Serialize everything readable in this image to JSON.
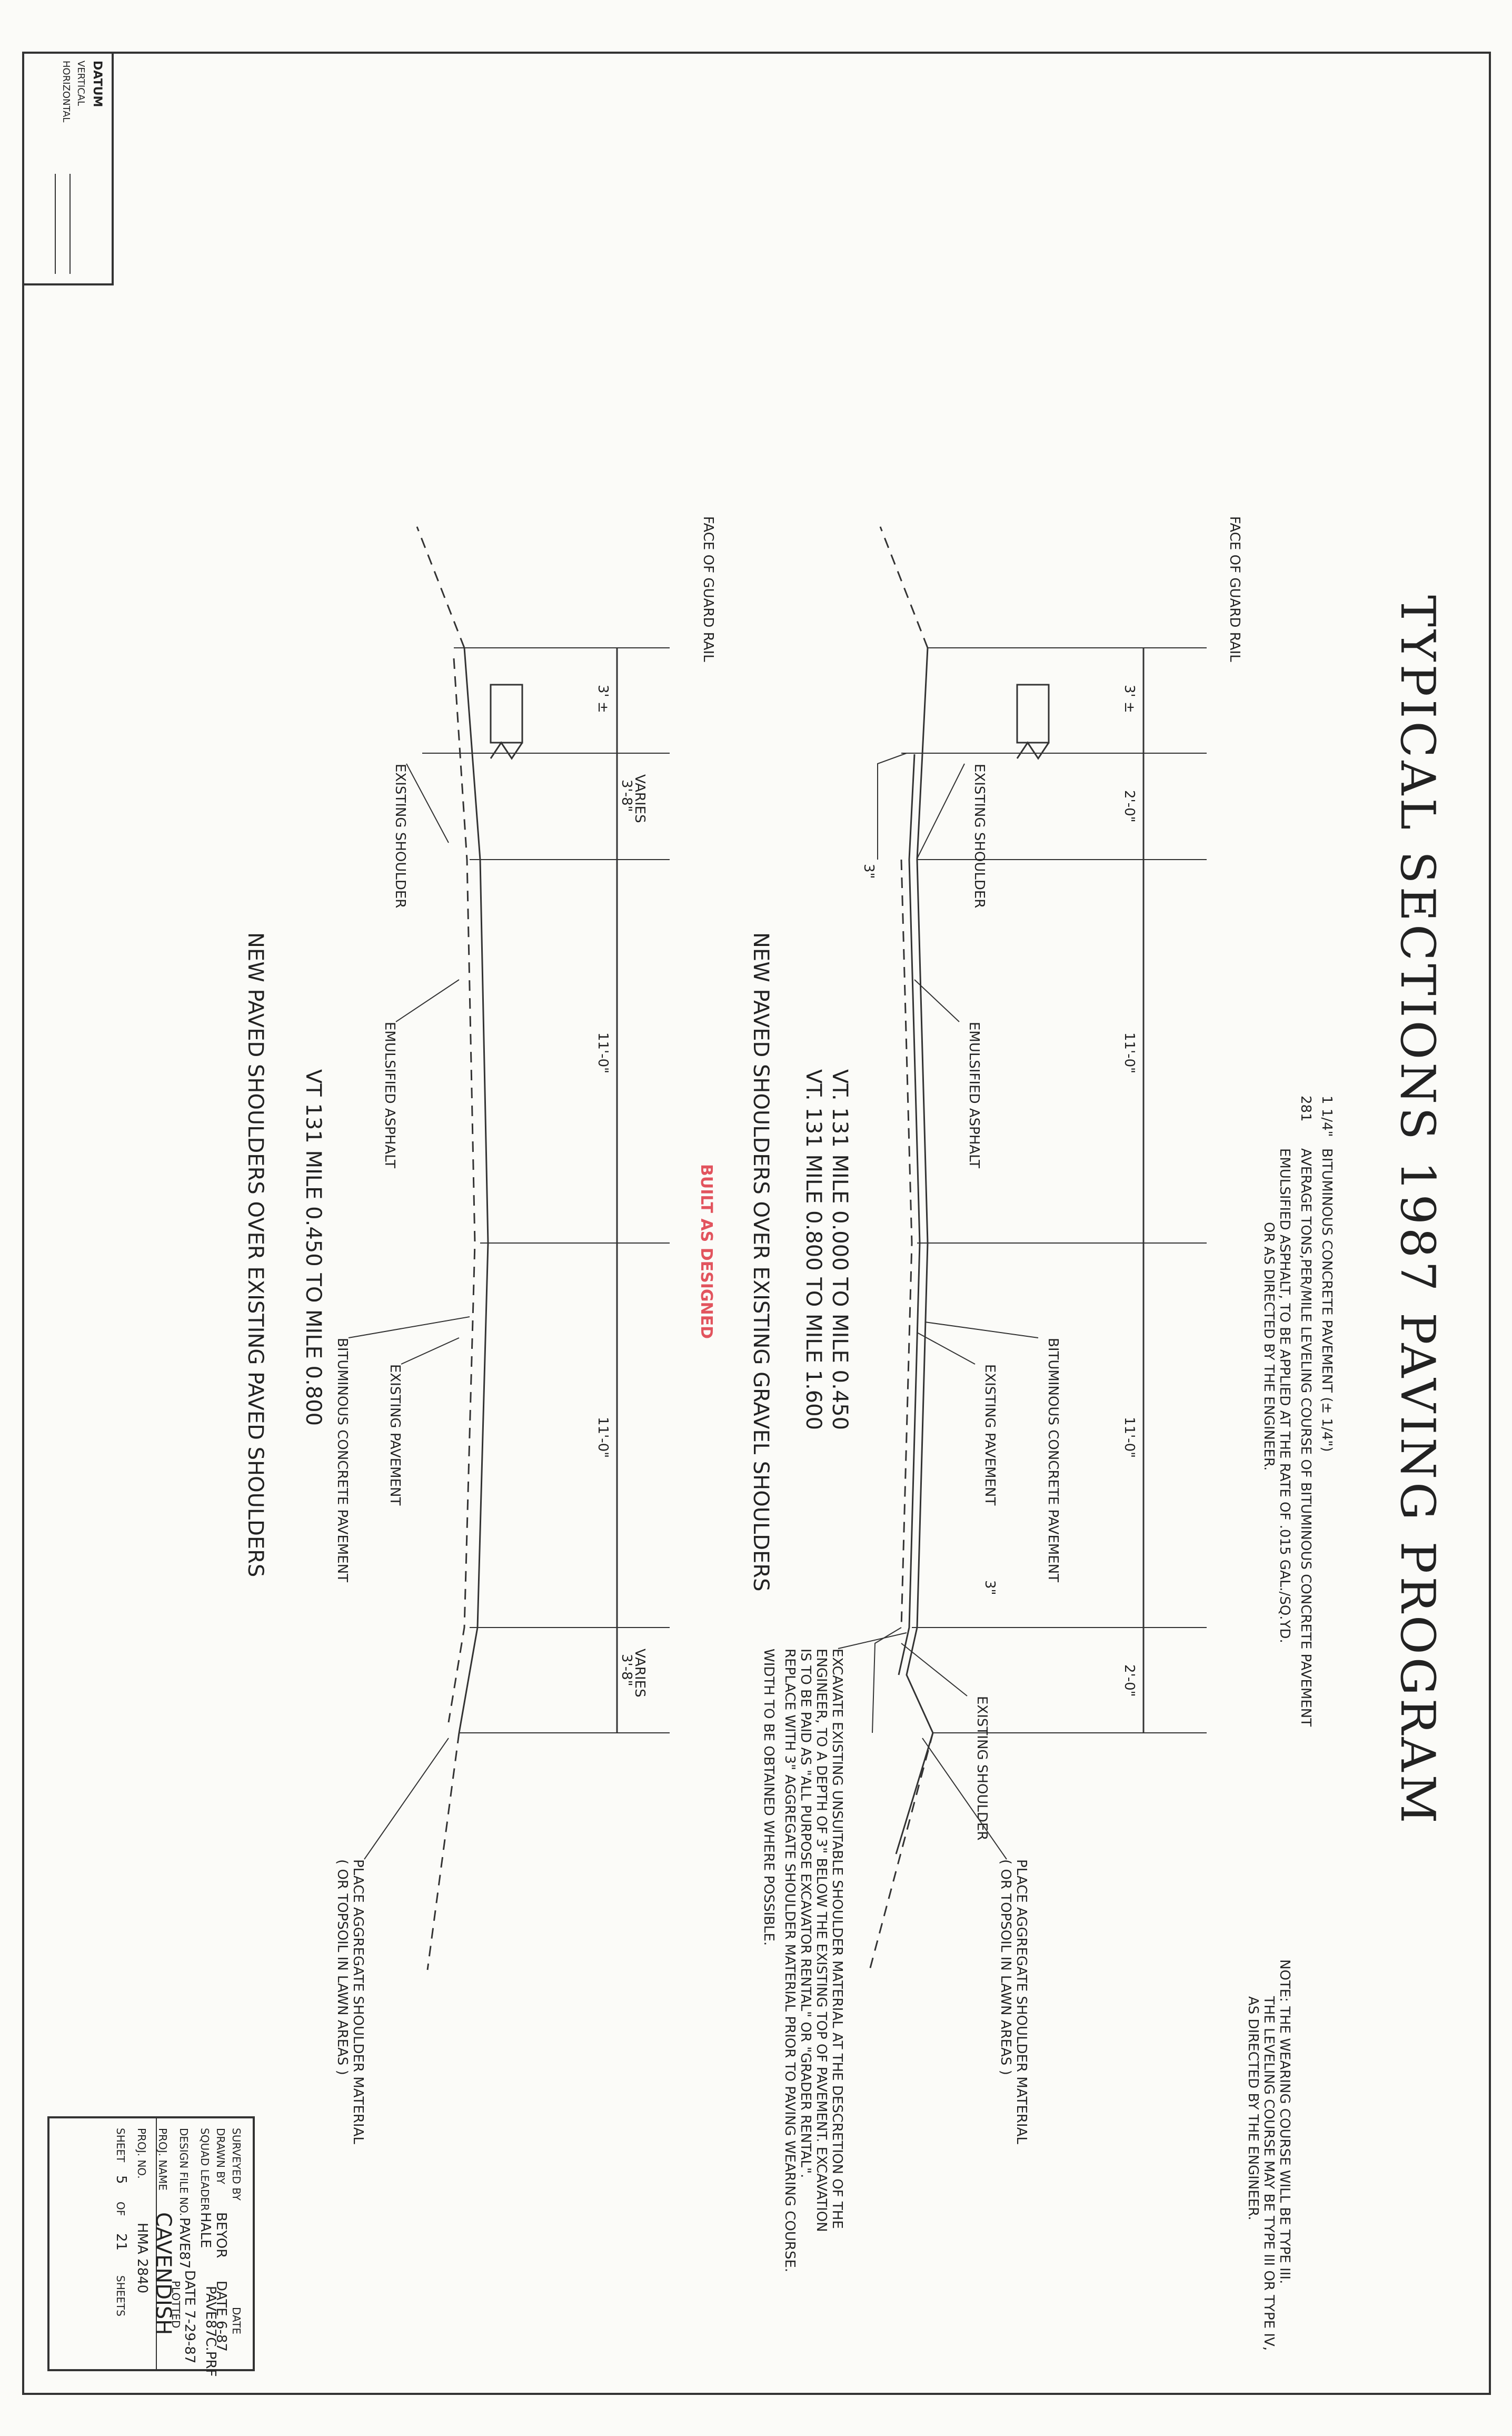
{
  "title": "TYPICAL SECTIONS 1987 PAVING PROGRAM",
  "datum": {
    "heading": "DATUM",
    "vertical": "VERTICAL",
    "horizontal": "HORIZONTAL"
  },
  "legend": {
    "line1_qty": "1 1/4\"",
    "line1_text": "BITUMINOUS CONCRETE PAVEMENT (± 1/4\")",
    "line2_qty": "281",
    "line2_text": "AVERAGE TONS,PER/MILE LEVELING COURSE OF BITUMINOUS CONCRETE PAVEMENT",
    "line3_text": "EMULSIFIED ASPHALT, TO BE APPLIED AT THE RATE OF .015 GAL./SQ.YD.",
    "line4_text": "OR AS DIRECTED BY THE ENGINEER."
  },
  "note": {
    "line1": "NOTE: THE WEARING COURSE WILL BE TYPE III.",
    "line2": "THE LEVELING COURSE MAY BE TYPE III OR TYPE IV,",
    "line3": "AS DIRECTED BY THE ENGINEER."
  },
  "section_top": {
    "dims": [
      "3' ±",
      "2'-0\"",
      "11'-0\"",
      "11'-0\"",
      "2'-0\""
    ],
    "small_dim_left": "3\"",
    "small_dim_right": "3\"",
    "labels": {
      "guard_rail": "FACE OF GUARD RAIL",
      "existing_shoulder_left": "EXISTING SHOULDER",
      "emulsified": "EMULSIFIED ASPHALT",
      "existing_pavement": "EXISTING PAVEMENT",
      "bituminous": "BITUMINOUS CONCRETE PAVEMENT",
      "existing_shoulder_right": "EXISTING SHOULDER",
      "aggregate_1": "PLACE AGGREGATE SHOULDER MATERIAL",
      "aggregate_2": "( OR TOPSOIL IN LAWN AREAS )"
    },
    "location_1": "VT. 131 MILE 0.000 TO MILE 0.450",
    "location_2": "VT. 131 MILE 0.800 TO MILE 1.600",
    "caption": "NEW PAVED SHOULDERS OVER EXISTING GRAVEL SHOULDERS",
    "excavate_note": [
      "EXCAVATE EXISTING UNSUITABLE SHOULDER MATERIAL AT THE DESCRETION OF THE",
      "ENGINEER, TO A DEPTH OF 3\" BELOW THE EXISTING TOP OF PAVEMENT. EXCAVATION",
      "IS TO BE PAID AS \"ALL PURPOSE EXCAVATOR RENTAL\" OR \"GRADER RENTAL\".",
      "REPLACE WITH 3\" AGGREGATE SHOULDER MATERIAL PRIOR TO PAVING WEARING COURSE.",
      "WIDTH TO BE OBTAINED WHERE POSSIBLE."
    ]
  },
  "stamp": "BUILT AS DESIGNED",
  "section_bottom": {
    "dims": [
      "3' ±",
      "VARIES",
      "3'-8\"",
      "11'-0\"",
      "11'-0\"",
      "VARIES",
      "3'-8\""
    ],
    "labels": {
      "guard_rail": "FACE OF GUARD RAIL",
      "existing_shoulder": "EXISTING SHOULDER",
      "emulsified": "EMULSIFIED ASPHALT",
      "existing_pavement": "EXISTING PAVEMENT",
      "bituminous": "BITUMINOUS CONCRETE PAVEMENT",
      "aggregate_1": "PLACE AGGREGATE SHOULDER MATERIAL",
      "aggregate_2": "( OR TOPSOIL IN LAWN AREAS )"
    },
    "location": "VT 131 MILE 0.450 TO MILE 0.800",
    "caption": "NEW PAVED SHOULDERS OVER EXISTING PAVED SHOULDERS"
  },
  "title_block": {
    "surveyed_by_label": "SURVEYED BY",
    "drawn_by_label": "DRAWN BY",
    "drawn_by": "BEYOR",
    "squad_leader_label": "SQUAD LEADER",
    "squad_leader": "HALE",
    "design_file_label": "DESIGN FILE NO.",
    "design_file": "PAVE87",
    "proj_name_label": "PROJ. NAME",
    "proj_name": "CAVENDISH",
    "proj_no_label": "PROJ. NO.",
    "proj_no": "HMA 2840",
    "sheet_label": "SHEET",
    "sheet_no": "5",
    "of_label": "OF",
    "sheet_total": "21",
    "sheets_label": "SHEETS",
    "date_label": "DATE",
    "date_value": "DATE 6-87",
    "plotted_date": "DATE 7-29-87",
    "plotted_label": "PLOTTED",
    "file_ref": "PAVE87C.PRF"
  }
}
